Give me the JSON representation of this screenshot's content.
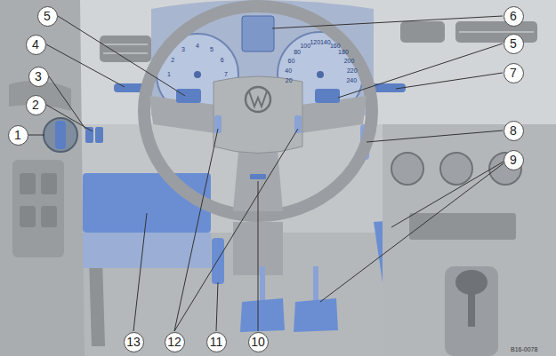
{
  "diagram": {
    "labels": [
      "5",
      "4",
      "3",
      "2",
      "1",
      "6",
      "5",
      "7",
      "8",
      "9",
      "13",
      "12",
      "11",
      "10",
      "B16-0078",
      "1",
      "2",
      "3",
      "4",
      "5",
      "6",
      "7",
      "20",
      "40",
      "60",
      "80",
      "100",
      "120",
      "140",
      "160",
      "180",
      "200",
      "220",
      "240"
    ]
  }
}
